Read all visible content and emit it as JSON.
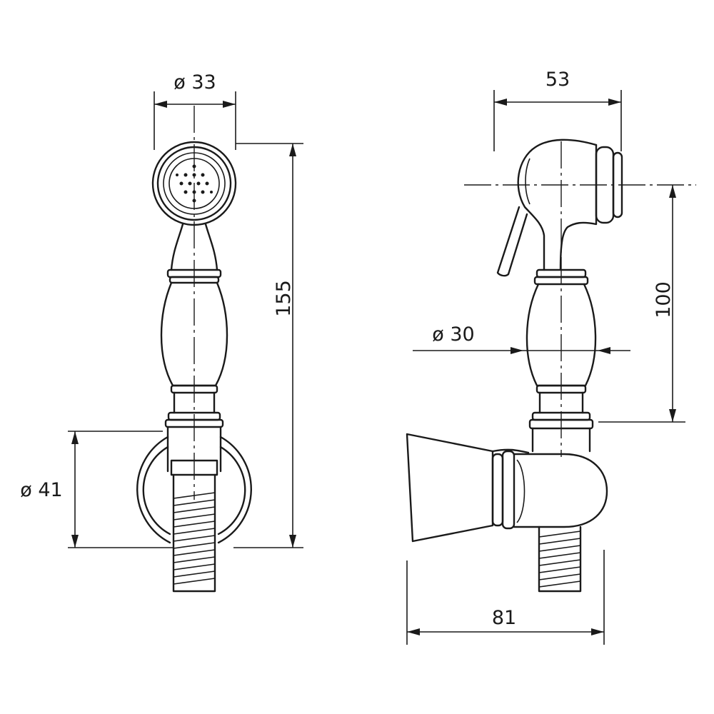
{
  "dimensions": {
    "front_head_diameter": "ø 33",
    "front_total_height": "155",
    "front_holder_diameter": "ø 41",
    "side_head_length": "53",
    "side_handle_height": "100",
    "side_handle_diameter": "ø 30",
    "side_total_depth": "81"
  }
}
